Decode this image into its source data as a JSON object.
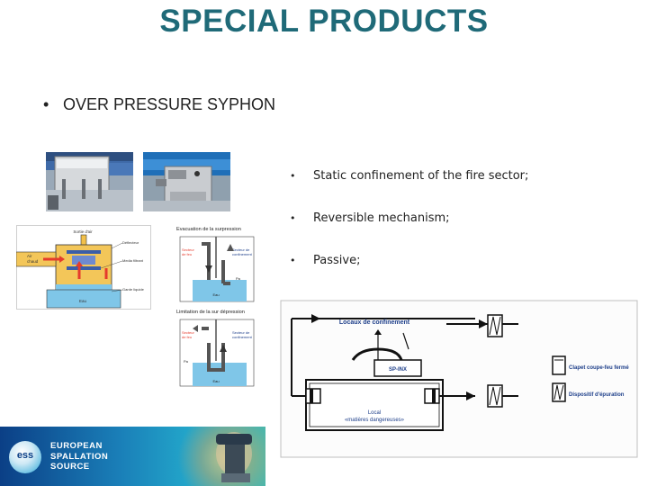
{
  "slide": {
    "title": "SPECIAL PRODUCTS",
    "main_bullet": {
      "symbol": "•",
      "text": "OVER PRESSURE SYPHON"
    },
    "features": [
      {
        "symbol": "•",
        "text": "Static confinement of the fire sector;"
      },
      {
        "symbol": "•",
        "text": "Reversible mechanism;"
      },
      {
        "symbol": "•",
        "text": "Passive;"
      }
    ]
  },
  "schematic_left": {
    "top_label": "Sortie d'air",
    "left_label_1": "Air",
    "left_label_2": "chaud",
    "right_labels": [
      "Déflecteur",
      "Media filtrant",
      "Garde liquide"
    ],
    "bottom_label": "Eau"
  },
  "diagram_pressure": {
    "title": "Evacuation de la surpression",
    "left_label": [
      "Secteur",
      "de feu"
    ],
    "right_label": [
      "Secteur de",
      "confinement"
    ],
    "side_label": "Pa",
    "bottom_label": "Eau"
  },
  "diagram_depression": {
    "title": "Limitation de la sur dépression",
    "left_label": [
      "Secteur",
      "de feu"
    ],
    "right_label": [
      "Secteur de",
      "confinement"
    ],
    "side_label": "Pa",
    "bottom_label": "Eau"
  },
  "system_diagram": {
    "top_label": "Locaux de confinement",
    "device_label": "SP-INX",
    "local_label": [
      "Local",
      "«matières dangereuses»"
    ],
    "legend": [
      {
        "text": "Clapet coupe-feu fermé"
      },
      {
        "text": "Dispositif d'épuration"
      }
    ]
  },
  "footer": {
    "logo_text": "ess",
    "org_lines": [
      "EUROPEAN",
      "SPALLATION",
      "SOURCE"
    ]
  },
  "colors": {
    "title": "#1f6a78",
    "footer_blue": "#0b3f86",
    "water": "#7fc6e8",
    "hot_air": "#e53b2c",
    "diagram_blue": "#1e3f8a"
  }
}
